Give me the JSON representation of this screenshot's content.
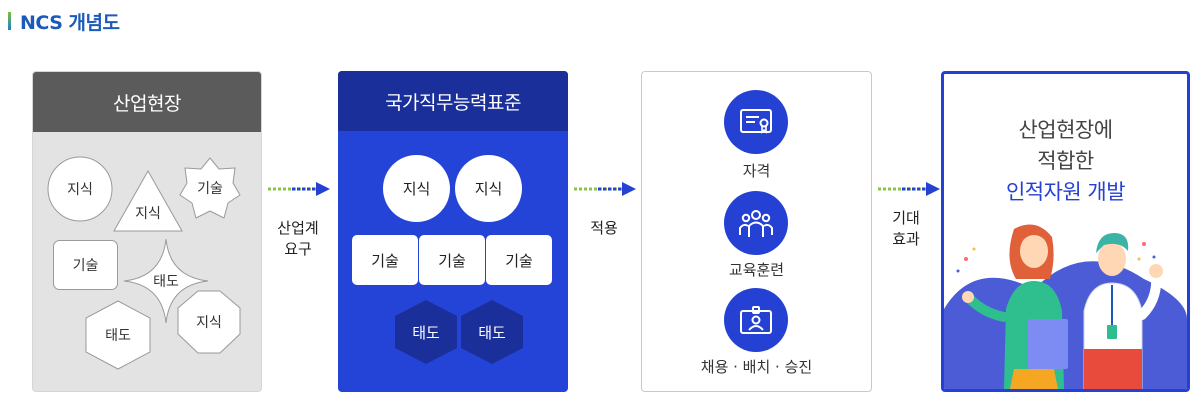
{
  "title": "NCS 개념도",
  "field": {
    "header": "산업현장",
    "shapes": [
      "지식",
      "지식",
      "기술",
      "기술",
      "태도",
      "태도",
      "지식"
    ]
  },
  "standard": {
    "header": "국가직무능력표준",
    "knowledge": [
      "지식",
      "지식"
    ],
    "skill": [
      "기술",
      "기술",
      "기술"
    ],
    "attitude": [
      "태도",
      "태도"
    ]
  },
  "arrows": {
    "first": [
      "산업계",
      "요구"
    ],
    "second": "적용",
    "third": [
      "기대",
      "효과"
    ]
  },
  "application": {
    "items": [
      {
        "label": "자격",
        "icon": "certificate-icon"
      },
      {
        "label": "교육훈련",
        "icon": "people-group-icon"
      },
      {
        "label": "채용 · 배치 · 승진",
        "icon": "id-badge-icon"
      }
    ]
  },
  "result": {
    "lines": [
      "산업현장에",
      "적합한",
      "인적자원 개발"
    ]
  },
  "colors": {
    "accent_blue": "#2541d4",
    "dark_blue": "#1a2f99",
    "field_header": "#5b5b5b",
    "field_bg": "#e3e3e3",
    "title_blue": "#1b5ab8"
  }
}
